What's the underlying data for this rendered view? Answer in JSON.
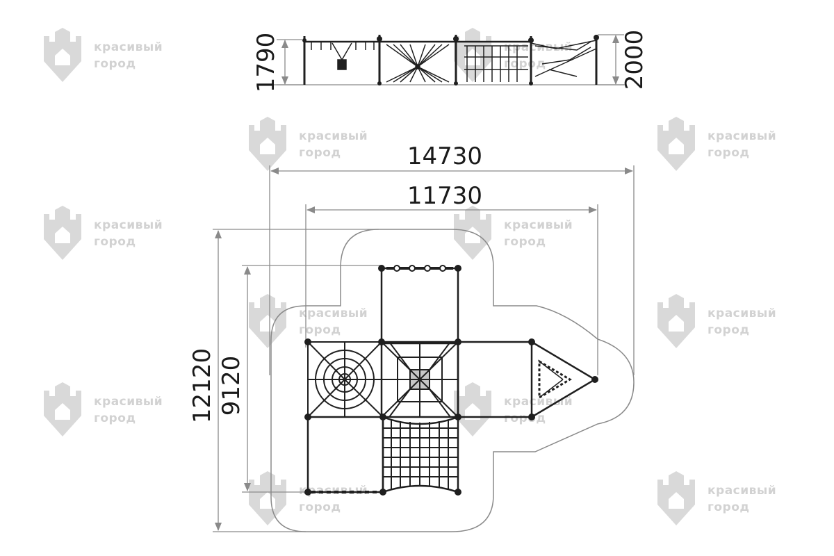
{
  "watermark": {
    "line1": "красивый",
    "line2": "город",
    "count": 12
  },
  "dimensions": {
    "side_height_left": "1790",
    "side_height_right": "2000",
    "overall_width": "14730",
    "frame_width": "11730",
    "overall_depth": "12120",
    "frame_depth": "9120"
  },
  "colors": {
    "line": "#1f1f1f",
    "dimension": "#8a8a8a",
    "watermark": "#d2d2d2"
  }
}
